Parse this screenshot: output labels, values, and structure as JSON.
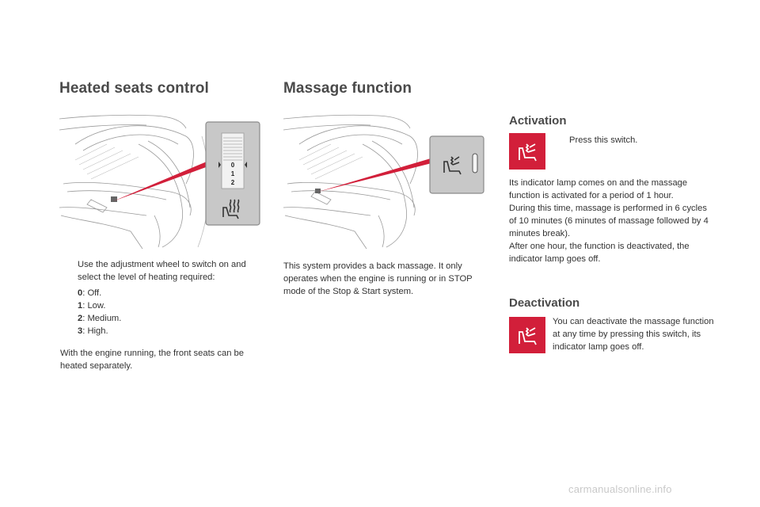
{
  "heated": {
    "title": "Heated seats control",
    "dial_levels": [
      "0",
      "1",
      "2"
    ],
    "bullet": "Use the adjustment wheel to switch on and select the level of heating required:",
    "levels": [
      {
        "key": "0",
        "desc": ": Off."
      },
      {
        "key": "1",
        "desc": ": Low."
      },
      {
        "key": "2",
        "desc": ": Medium."
      },
      {
        "key": "3",
        "desc": ": High."
      }
    ],
    "note": "With the engine running, the front seats can be heated separately."
  },
  "massage": {
    "title": "Massage function",
    "intro": "This system provides a back massage. It only operates when the engine is running or in STOP mode of the Stop & Start system.",
    "activation": {
      "title": "Activation",
      "bullet": "Press this switch.",
      "lines": [
        "Its indicator lamp comes on and the massage function is activated for a period of 1 hour.",
        "During this time, massage is performed in 6 cycles of 10 minutes (6 minutes of massage followed by 4 minutes break).",
        "After one hour, the function is deactivated, the indicator lamp goes off."
      ]
    },
    "deactivation": {
      "title": "Deactivation",
      "text": "You can deactivate the massage function at any time by pressing this switch, its indicator lamp goes off."
    }
  },
  "bullet_glyph": "",
  "accent_color": "#d21f3a",
  "footer": "carmanualsonline.info"
}
